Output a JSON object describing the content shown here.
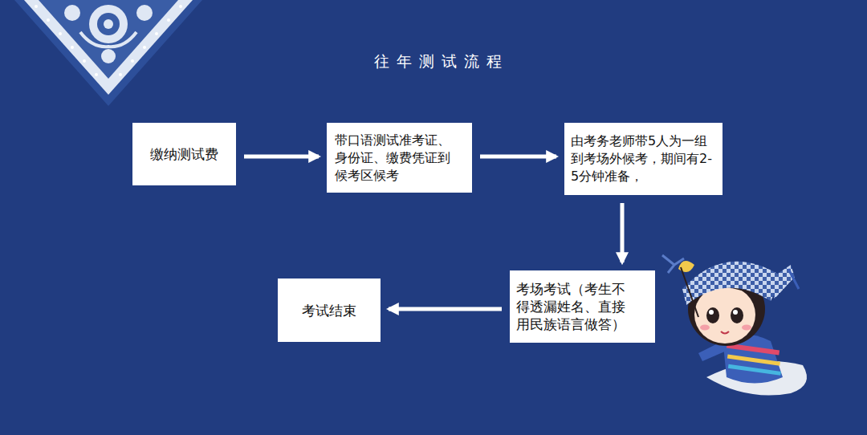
{
  "diagram": {
    "title": "往年测试流程",
    "nodes": [
      {
        "text": [
          "缴纳测试费"
        ]
      },
      {
        "text": [
          "带口语测试准考证、身份证、缴费凭证到候考区候考"
        ]
      },
      {
        "text": [
          "由考务老师带5人为一组到考场外候考，期间有2-5分钟准备，"
        ]
      },
      {
        "text": [
          "考场考试（考生不得透漏姓名、直接用民族语言做答）"
        ]
      },
      {
        "text": [
          "考试结束"
        ]
      }
    ],
    "edges": [
      {
        "from": 0,
        "to": 1,
        "arrow": "to"
      },
      {
        "from": 1,
        "to": 2,
        "arrow": "to"
      },
      {
        "from": 2,
        "to": 3,
        "arrow": "to"
      },
      {
        "from": 3,
        "to": 4,
        "arrow": "to"
      }
    ]
  }
}
